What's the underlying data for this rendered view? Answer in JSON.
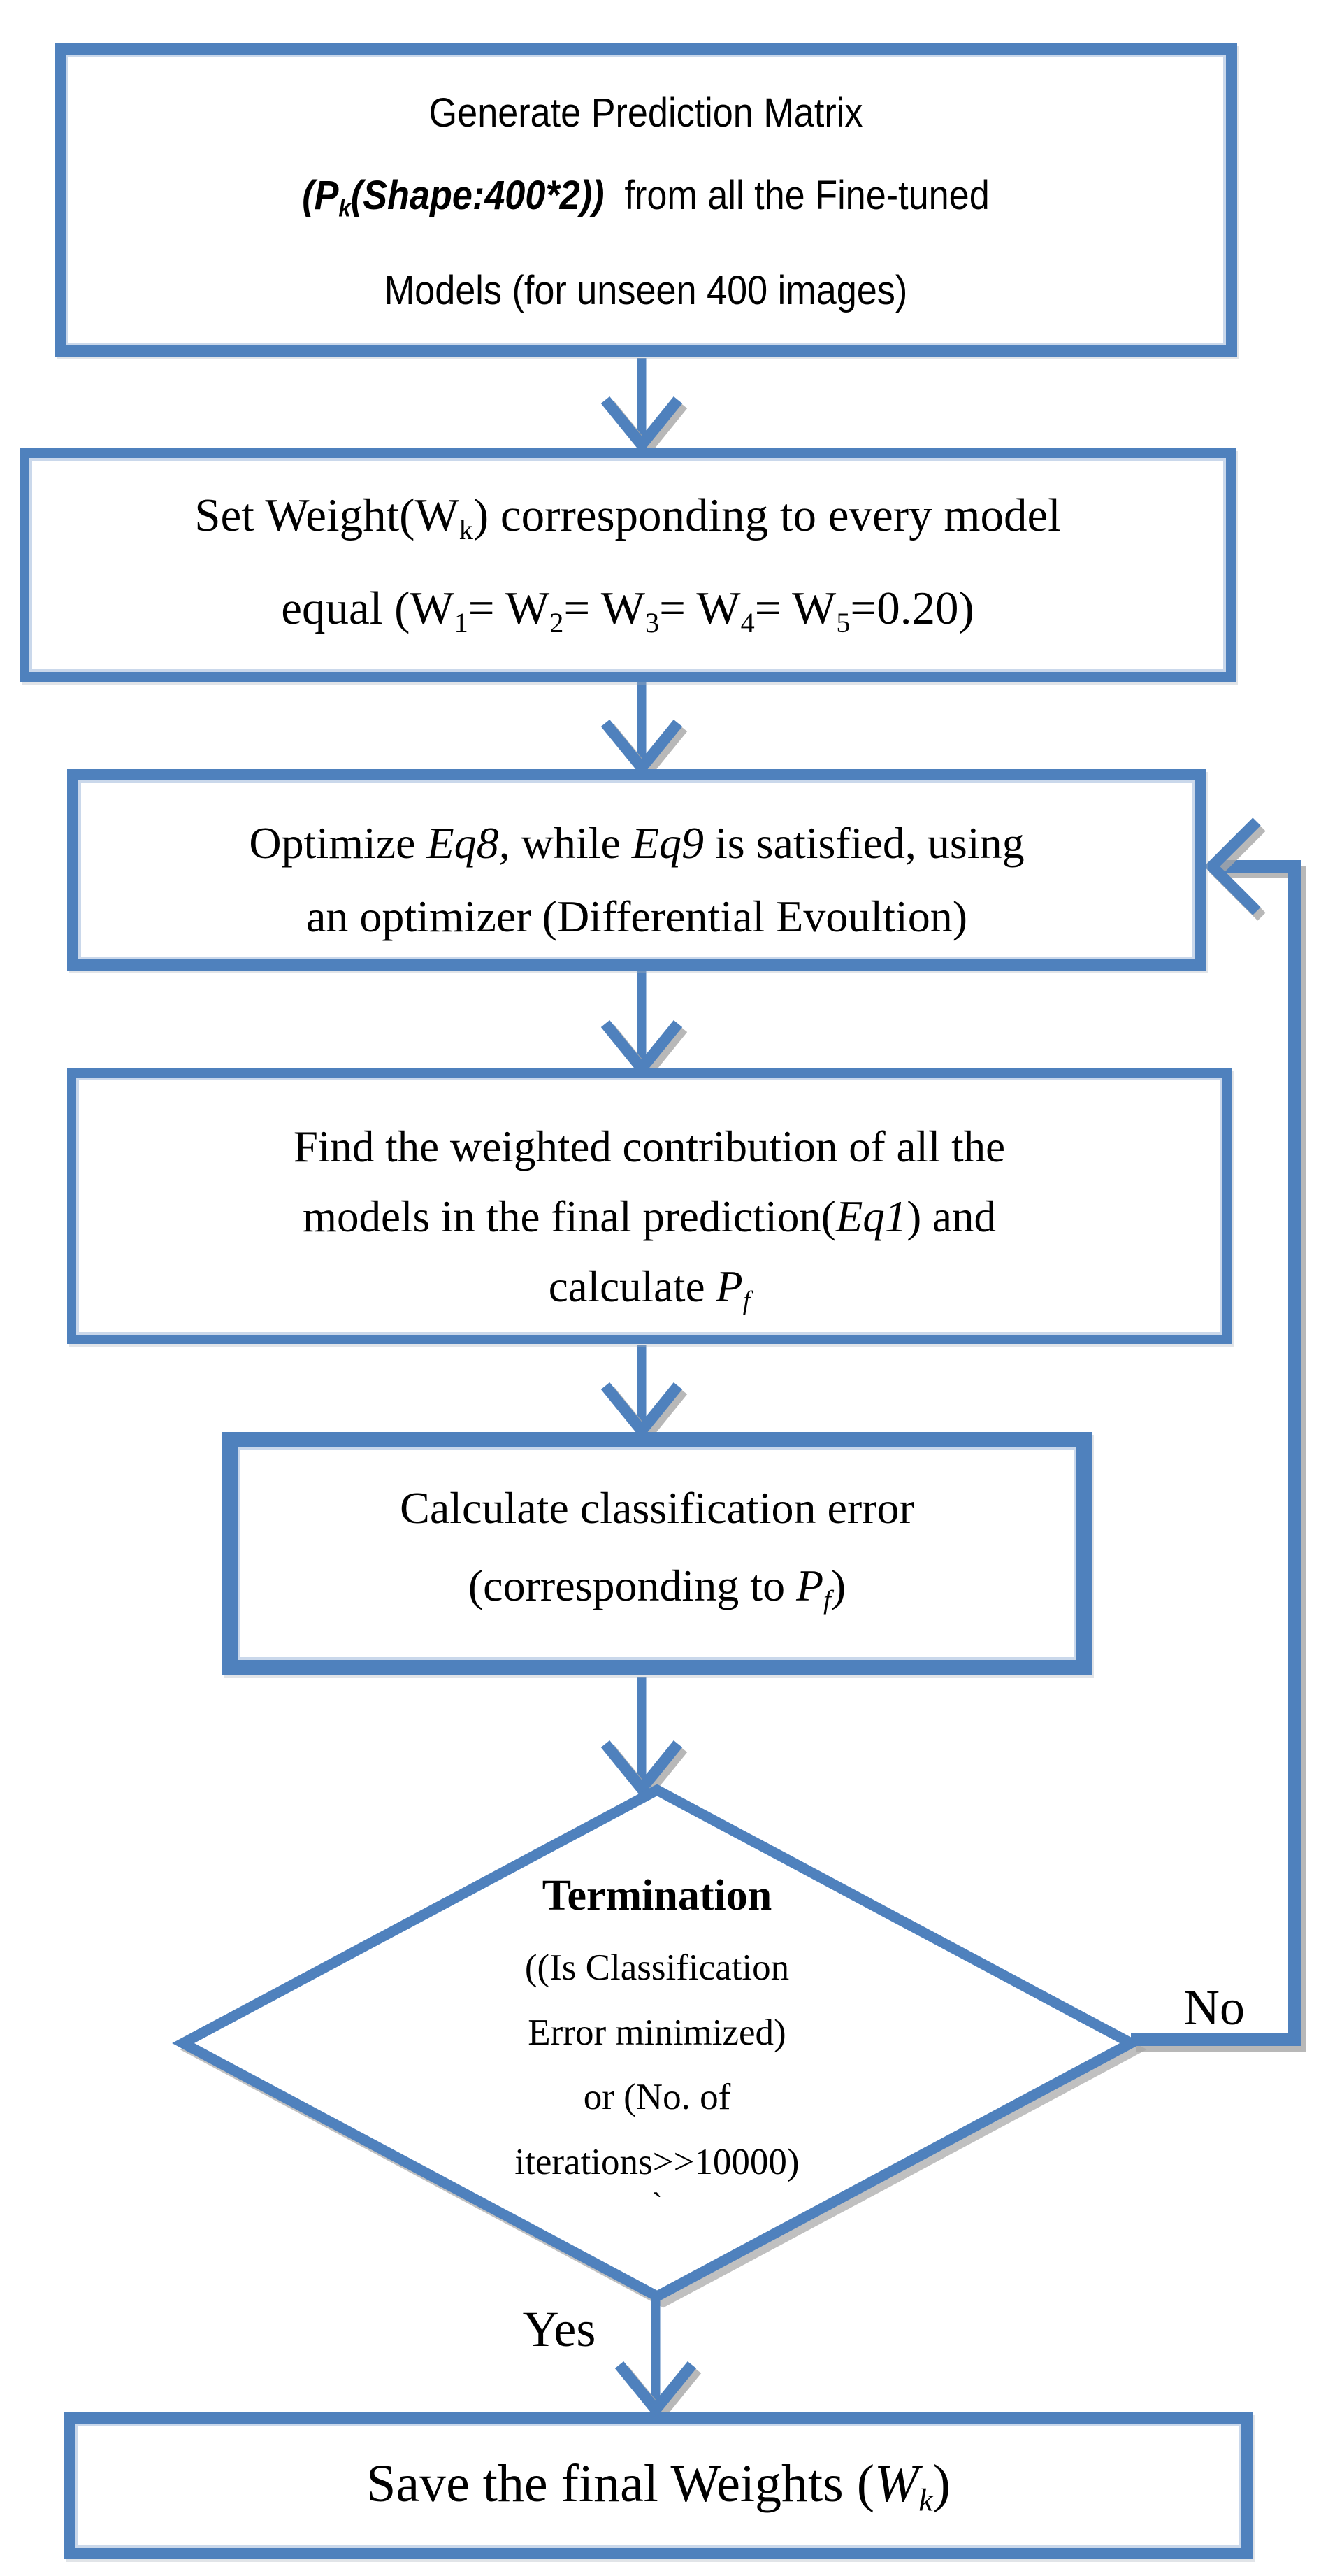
{
  "colors": {
    "line_blue": "#4f81bd",
    "inner_light_blue": "#c7d6ea",
    "shadow_gray": "#a6a6a6",
    "text": "#000000"
  },
  "box1": {
    "l1": "Generate Prediction Matrix",
    "l2a": "(P",
    "l2b": "k",
    "l2c": "(Shape:400*2))",
    "l2d": "  from all the Fine-tuned",
    "l3": "Models (for unseen 400 images)"
  },
  "box2": {
    "l1a": "Set Weight(W",
    "l1b": "k",
    "l1c": ") corresponding to every model",
    "l2a": "equal (W",
    "l2b": "1",
    "l2c": "= W",
    "l2d": "2",
    "l2e": "= W",
    "l2f": "3",
    "l2g": "= W",
    "l2h": "4",
    "l2i": "= W",
    "l2j": "5",
    "l2k": "=0.20)"
  },
  "box3": {
    "l1a": "Optimize ",
    "l1b": "Eq8,",
    "l1c": " while ",
    "l1d": "Eq9",
    "l1e": " is satisfied, using",
    "l2": "an optimizer (Differential Evoultion)"
  },
  "box4": {
    "l1": "Find the weighted contribution of all the",
    "l2a": "models in the final prediction(",
    "l2b": "Eq1",
    "l2c": ") and",
    "l3a": "calculate ",
    "l3b": "P",
    "l3c": "f"
  },
  "box5": {
    "l1": "Calculate classification error",
    "l2a": "(corresponding to ",
    "l2b": "P",
    "l2c": "f",
    "l2d": ")"
  },
  "diamond": {
    "title": "Termination",
    "l2": "((Is Classification",
    "l3": "Error minimized)",
    "l4": "or (No. of",
    "l5": "iterations>>10000)",
    "tick": "`"
  },
  "labels": {
    "no": "No",
    "yes": "Yes"
  },
  "box6": {
    "a": "Save the final Weights (",
    "b": "W",
    "c": "k",
    "d": ")"
  }
}
